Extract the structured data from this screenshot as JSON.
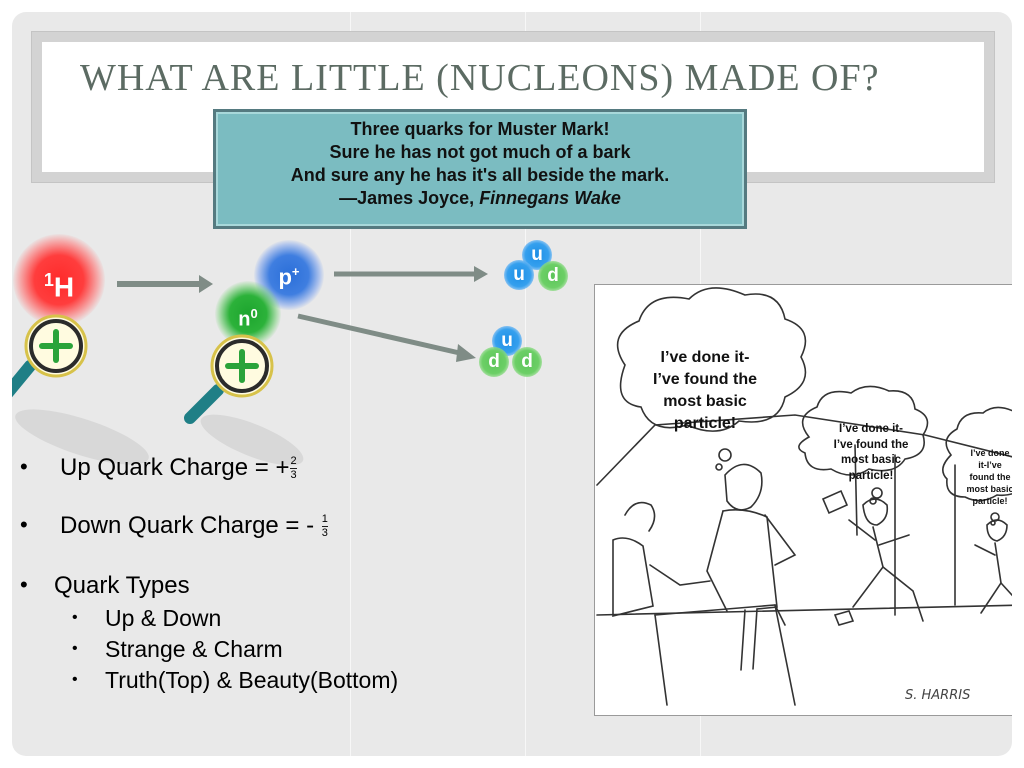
{
  "slide": {
    "title": "WHAT ARE LITTLE (NUCLEONS) MADE OF?",
    "colors": {
      "title": "#5c6b63",
      "quote_bg": "#7bbcc1",
      "proton": "#2b6fd9",
      "neutron": "#1da52e",
      "hydrogen": "#ff2b2b"
    }
  },
  "quote": {
    "line1": "Three quarks for Muster Mark!",
    "line2": "Sure he has not got much of a bark",
    "line3": "And sure any he has it's all beside the mark.",
    "line4_prefix": "—James Joyce,",
    "line4_work": "Finnegans Wake"
  },
  "diagram": {
    "hydrogen": {
      "mass_number": "1",
      "symbol": "H"
    },
    "proton": {
      "symbol": "p",
      "charge": "+"
    },
    "neutron": {
      "symbol": "n",
      "charge": "0"
    },
    "proton_quarks": [
      "u",
      "u",
      "d"
    ],
    "neutron_quarks": [
      "u",
      "d",
      "d"
    ],
    "magnifier_icon": "plus-magnifier-icon"
  },
  "bullets": {
    "up_label": "Up Quark Charge = +",
    "up_num": "2",
    "up_den": "3",
    "down_label": "Down Quark Charge = - ",
    "down_num": "1",
    "down_den": "3",
    "types_label": "Quark Types",
    "types": [
      "Up & Down",
      "Strange & Charm",
      "Truth(Top) & Beauty(Bottom)"
    ],
    "bullet_char": "•"
  },
  "cartoon": {
    "bubble_large": [
      "I’ve done it-",
      "I’ve found the",
      "most basic",
      "particle!"
    ],
    "bubble_medium": [
      "I’ve done it-",
      "I’ve found the",
      "most basic",
      "particle!"
    ],
    "bubble_small": [
      "I’ve done",
      "it-I’ve",
      "found the",
      "most basic",
      "particle!"
    ],
    "signature": "S. HARRIS"
  }
}
